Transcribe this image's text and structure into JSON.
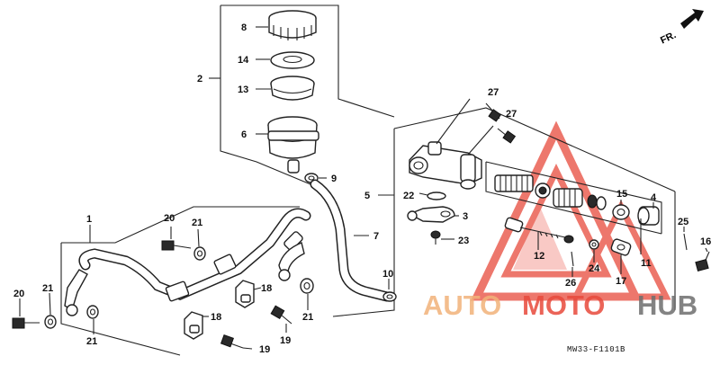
{
  "diagram": {
    "direction_label": "FR.",
    "drawing_code": "MW33-F1101B",
    "watermark": {
      "word_a": "AUTO",
      "word_b": "MOTO",
      "word_c": "HUB"
    },
    "callouts": [
      "1",
      "2",
      "3",
      "4",
      "5",
      "6",
      "7",
      "8",
      "9",
      "10",
      "11",
      "12",
      "13",
      "14",
      "15",
      "16",
      "17",
      "18",
      "18",
      "19",
      "19",
      "20",
      "20",
      "21",
      "21",
      "21",
      "21",
      "22",
      "23",
      "24",
      "25",
      "26",
      "27",
      "27"
    ],
    "colors": {
      "watermark_red": "#e84a3c",
      "watermark_orange": "#f2b27a",
      "watermark_gray": "#6e6e6e",
      "ink": "#222222"
    }
  }
}
